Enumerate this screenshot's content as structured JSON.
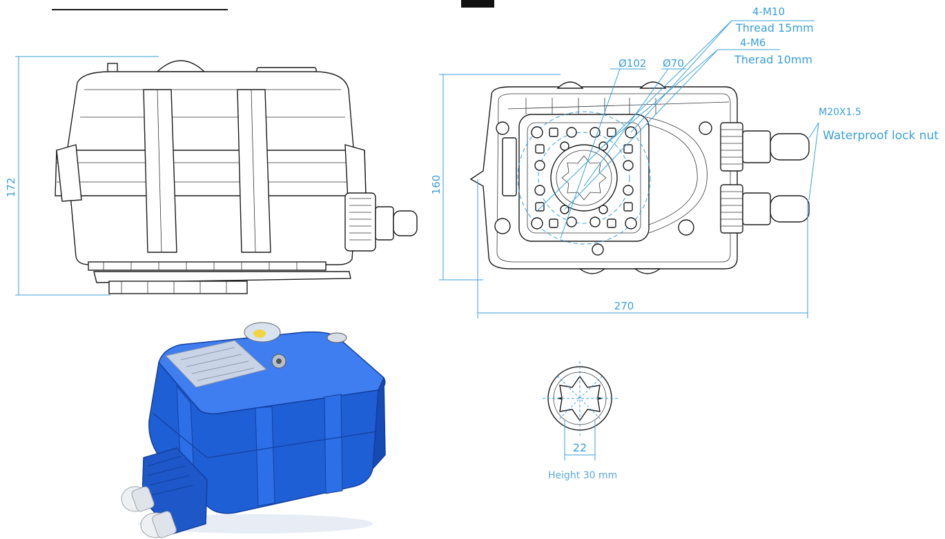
{
  "drawing": {
    "side_view": {
      "height_label": "172"
    },
    "top_view": {
      "height_label": "160",
      "width_label": "270",
      "bolt_m10_label": "4-M10",
      "bolt_m10_thread": "Thread 15mm",
      "bolt_m6_label": "4-M6",
      "bolt_m6_thread": "Therad 10mm",
      "pcd_102": "Ø102",
      "pcd_70": "Ø70",
      "gland_label": "M20X1.5",
      "gland_note": "Waterproof lock nut"
    },
    "star_detail": {
      "width_label": "22",
      "height_note": "Height 30 mm"
    }
  },
  "colors": {
    "dimension": "#3a9fd8",
    "ink": "#1a1a1a",
    "product_blue": "#1f5fd6",
    "product_blue_dark": "#123f9e",
    "product_blue_light": "#3f7ef0"
  }
}
